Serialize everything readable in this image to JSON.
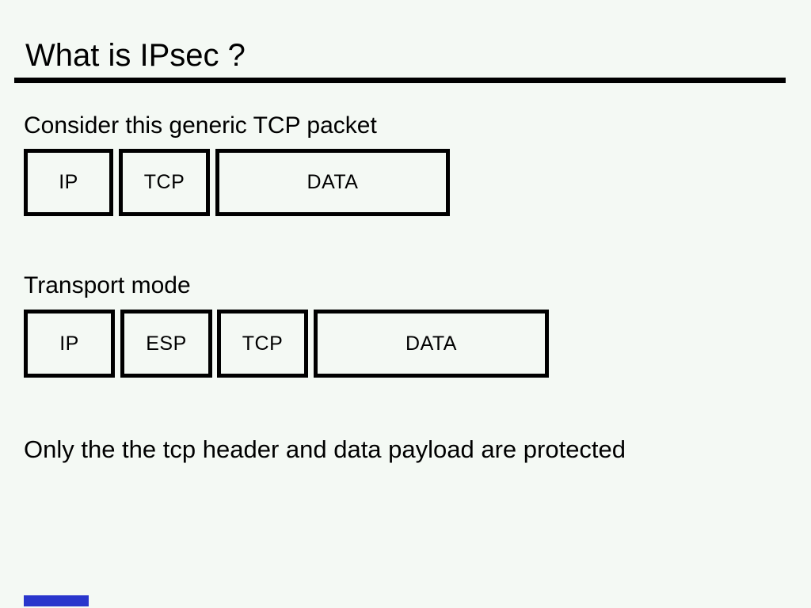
{
  "slide": {
    "title": "What is IPsec ?",
    "caption_generic": "Consider this generic TCP packet",
    "caption_transport": "Transport mode",
    "footnote": "Only the the tcp header and data payload are protected"
  },
  "packets": {
    "generic": {
      "name": "generic TCP packet",
      "segments": [
        {
          "label": "IP"
        },
        {
          "label": "TCP"
        },
        {
          "label": "DATA"
        }
      ]
    },
    "transport": {
      "name": "transport mode packet",
      "segments": [
        {
          "label": "IP"
        },
        {
          "label": "ESP"
        },
        {
          "label": "TCP"
        },
        {
          "label": "DATA"
        }
      ]
    }
  },
  "colors": {
    "background": "#f4f9f4",
    "foreground": "#000000",
    "accent_bar_blue": "#2936cc"
  }
}
